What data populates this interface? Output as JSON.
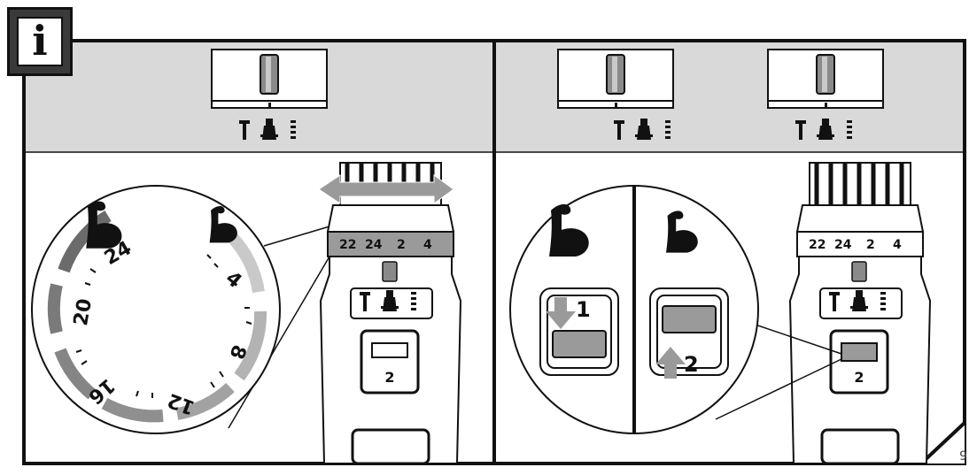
{
  "info_badge": {
    "glyph": "i"
  },
  "page_number": "9",
  "left_panel": {
    "dial_band": [
      "22",
      "24",
      "2",
      "4"
    ],
    "torque_ring": [
      "24",
      "4",
      "8",
      "12",
      "16",
      "20"
    ],
    "tool_badge": "2"
  },
  "right_panel": {
    "step_1": "1",
    "step_2": "2",
    "dial_band": [
      "22",
      "24",
      "2",
      "4"
    ],
    "tool_badge": "2"
  },
  "colors": {
    "gray_band": "#d9d9d9",
    "dark_gray": "#6b6b6b",
    "mid_gray": "#9a9a9a",
    "light_gray": "#bdbdbd",
    "ink": "#111111"
  }
}
